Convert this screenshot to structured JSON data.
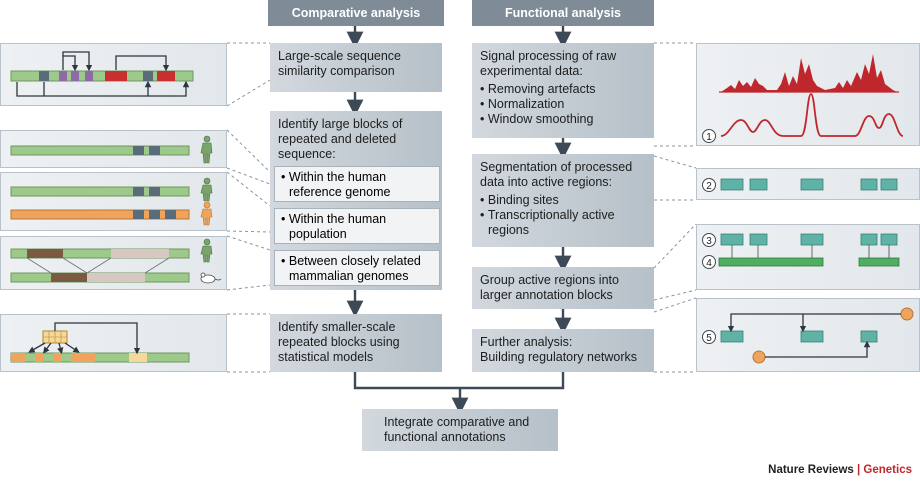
{
  "headers": {
    "comparative": "Comparative analysis",
    "functional": "Functional analysis"
  },
  "comparative": {
    "step1": [
      "Large-scale sequence",
      "similarity comparison"
    ],
    "step2_title": [
      "Identify large blocks of",
      "repeated and deleted",
      "sequence:"
    ],
    "step2_items": [
      [
        "Within the human",
        "reference genome"
      ],
      [
        "Within the human",
        "population"
      ],
      [
        "Between closely related",
        "mammalian genomes"
      ]
    ],
    "step3": [
      "Identify smaller-scale",
      "repeated blocks using",
      "statistical models"
    ]
  },
  "functional": {
    "step1_title": [
      "Signal processing of raw",
      "experimental data:"
    ],
    "step1_items": [
      "Removing artefacts",
      "Normalization",
      "Window smoothing"
    ],
    "step2_title": [
      "Segmentation of processed",
      "data into active regions:"
    ],
    "step2_items": [
      [
        "Binding sites"
      ],
      [
        "Transcriptionally active",
        "regions"
      ]
    ],
    "step3": [
      "Group active regions into",
      "larger annotation blocks"
    ],
    "step4": [
      "Further analysis:",
      "Building regulatory networks"
    ]
  },
  "final": [
    "Integrate comparative and",
    "functional annotations"
  ],
  "panel_numbers": [
    "1",
    "2",
    "3",
    "4",
    "5"
  ],
  "icons": [
    "human-figure-icon",
    "mouse-icon"
  ],
  "footer": {
    "journal": "Nature Reviews",
    "separator": "|",
    "section": "Genetics"
  },
  "colors": {
    "header": "#7f8c97",
    "green": "#9dc98a",
    "orange": "#f0a35c",
    "purple": "#8e6aa6",
    "red": "#c8302f",
    "slate": "#5a6b7a",
    "teal": "#5fb3a6",
    "signal": "#c0272d"
  }
}
